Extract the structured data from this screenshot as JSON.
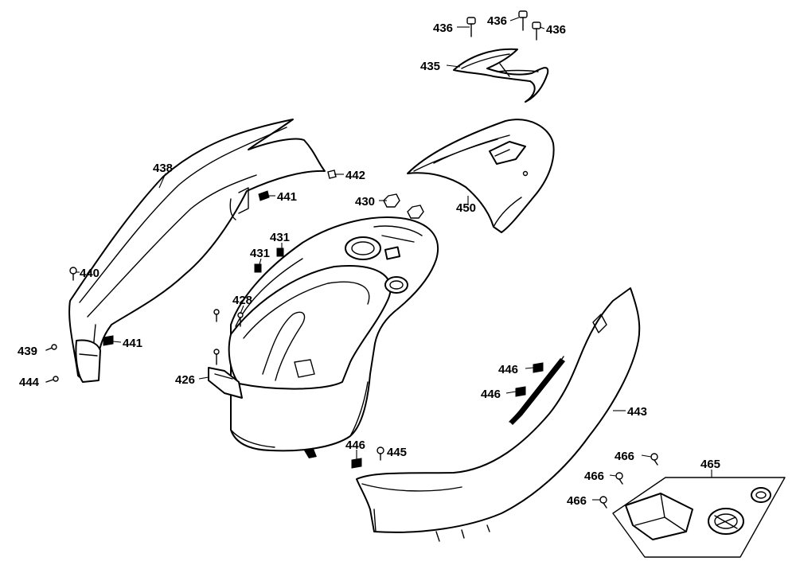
{
  "callouts": [
    {
      "id": "c436a",
      "text": "436"
    },
    {
      "id": "c436b",
      "text": "436"
    },
    {
      "id": "c436c",
      "text": "436"
    },
    {
      "id": "c435",
      "text": "435"
    },
    {
      "id": "c438",
      "text": "438"
    },
    {
      "id": "c442",
      "text": "442"
    },
    {
      "id": "c441a",
      "text": "441"
    },
    {
      "id": "c430",
      "text": "430"
    },
    {
      "id": "c450",
      "text": "450"
    },
    {
      "id": "c431a",
      "text": "431"
    },
    {
      "id": "c431b",
      "text": "431"
    },
    {
      "id": "c440",
      "text": "440"
    },
    {
      "id": "c428",
      "text": "428"
    },
    {
      "id": "c441b",
      "text": "441"
    },
    {
      "id": "c439",
      "text": "439"
    },
    {
      "id": "c444",
      "text": "444"
    },
    {
      "id": "c426",
      "text": "426"
    },
    {
      "id": "c446a",
      "text": "446"
    },
    {
      "id": "c446b",
      "text": "446"
    },
    {
      "id": "c443",
      "text": "443"
    },
    {
      "id": "c446c",
      "text": "446"
    },
    {
      "id": "c445",
      "text": "445"
    },
    {
      "id": "c466a",
      "text": "466"
    },
    {
      "id": "c465",
      "text": "465"
    },
    {
      "id": "c466b",
      "text": "466"
    },
    {
      "id": "c466c",
      "text": "466"
    }
  ]
}
